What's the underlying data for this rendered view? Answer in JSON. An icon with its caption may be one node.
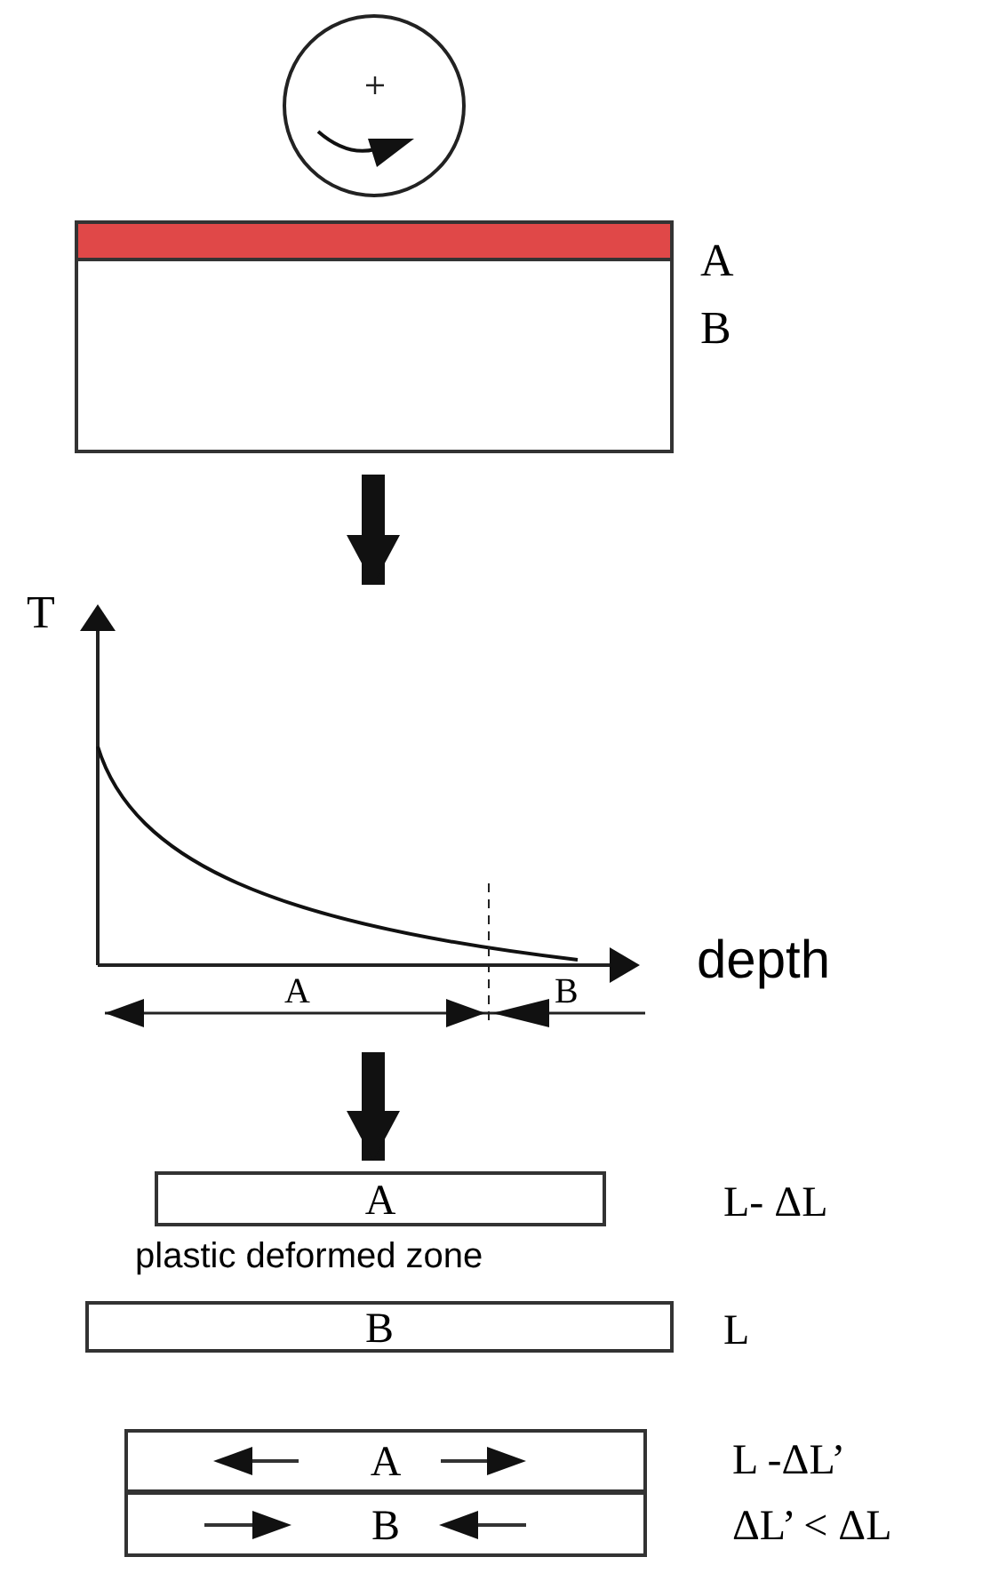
{
  "diagram": {
    "nodes": [
      {
        "text": [],
        "shape": "circle"
      },
      {
        "text": [
          "A"
        ]
      },
      {
        "text": [
          "B"
        ]
      },
      {
        "text": [],
        "shape": "picture"
      },
      {
        "text": [
          "A"
        ],
        "beside": [
          "L- ΔL"
        ]
      },
      {
        "text": [
          "B"
        ],
        "beside": [
          "L"
        ]
      },
      {
        "text": [
          "A"
        ],
        "beside": [
          "L -ΔL’"
        ]
      },
      {
        "text": [
          "B"
        ],
        "beside": [
          "ΔL’ < ΔL"
        ]
      }
    ],
    "edges": [
      {
        "from": 2,
        "to": 3,
        "arrow": "to"
      },
      {
        "from": 3,
        "to": 4,
        "arrow": "to"
      }
    ],
    "labels": [
      "T",
      "depth",
      "A",
      "B",
      "plastic deformed zone"
    ]
  }
}
